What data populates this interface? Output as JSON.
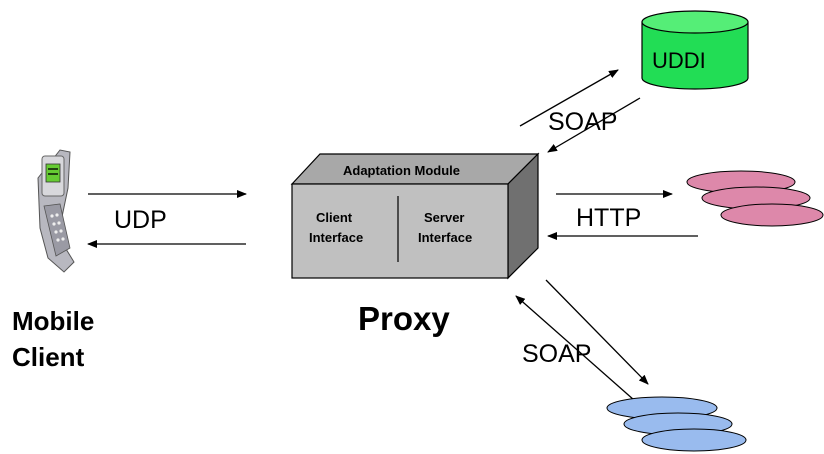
{
  "mobile_client": {
    "line1": "Mobile",
    "line2": "Client"
  },
  "proxy": {
    "title": "Proxy",
    "module": "Adaptation Module",
    "client_interface": [
      "Client",
      "Interface"
    ],
    "server_interface": [
      "Server",
      "Interface"
    ]
  },
  "uddi": {
    "label": "UDDI",
    "color": "#22dd55"
  },
  "links": {
    "udp": "UDP",
    "http": "HTTP",
    "soap_uddi": "SOAP",
    "soap_bottom": "SOAP"
  },
  "colors": {
    "pink_service": "#dd88aa",
    "blue_service": "#99bbee",
    "box_front": "#c0c0c0",
    "box_top": "#a8a8a8",
    "box_side": "#707070"
  }
}
